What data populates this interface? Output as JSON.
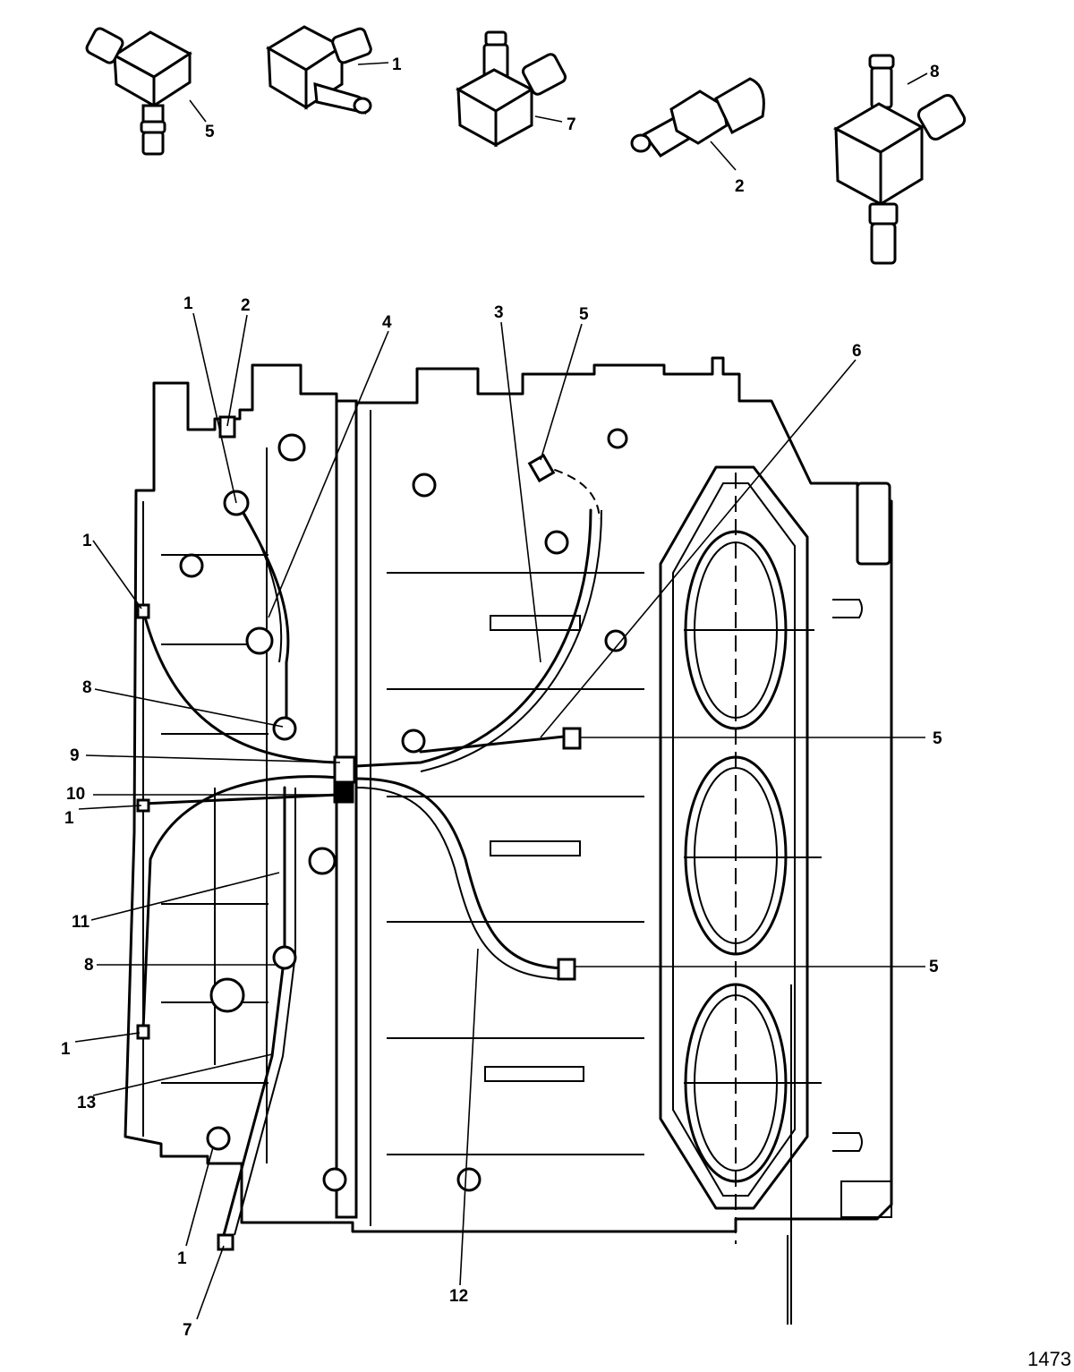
{
  "figure_number": "1473",
  "fittings": [
    {
      "id": "fitting-tee-5",
      "callout": "5"
    },
    {
      "id": "fitting-elbow-1",
      "callout": "1"
    },
    {
      "id": "fitting-elbow-7",
      "callout": "7"
    },
    {
      "id": "fitting-connector-2",
      "callout": "2"
    },
    {
      "id": "fitting-tee-8",
      "callout": "8"
    }
  ],
  "callouts": [
    {
      "id": "c1a",
      "label": "1"
    },
    {
      "id": "c2",
      "label": "2"
    },
    {
      "id": "c4",
      "label": "4"
    },
    {
      "id": "c3",
      "label": "3"
    },
    {
      "id": "c5a",
      "label": "5"
    },
    {
      "id": "c6",
      "label": "6"
    },
    {
      "id": "c1b",
      "label": "1"
    },
    {
      "id": "c8a",
      "label": "8"
    },
    {
      "id": "c5b",
      "label": "5"
    },
    {
      "id": "c9",
      "label": "9"
    },
    {
      "id": "c10",
      "label": "10"
    },
    {
      "id": "c1c",
      "label": "1"
    },
    {
      "id": "c11",
      "label": "11"
    },
    {
      "id": "c8b",
      "label": "8"
    },
    {
      "id": "c5c",
      "label": "5"
    },
    {
      "id": "c1d",
      "label": "1"
    },
    {
      "id": "c13",
      "label": "13"
    },
    {
      "id": "c1e",
      "label": "1"
    },
    {
      "id": "c7",
      "label": "7"
    },
    {
      "id": "c12",
      "label": "12"
    }
  ]
}
